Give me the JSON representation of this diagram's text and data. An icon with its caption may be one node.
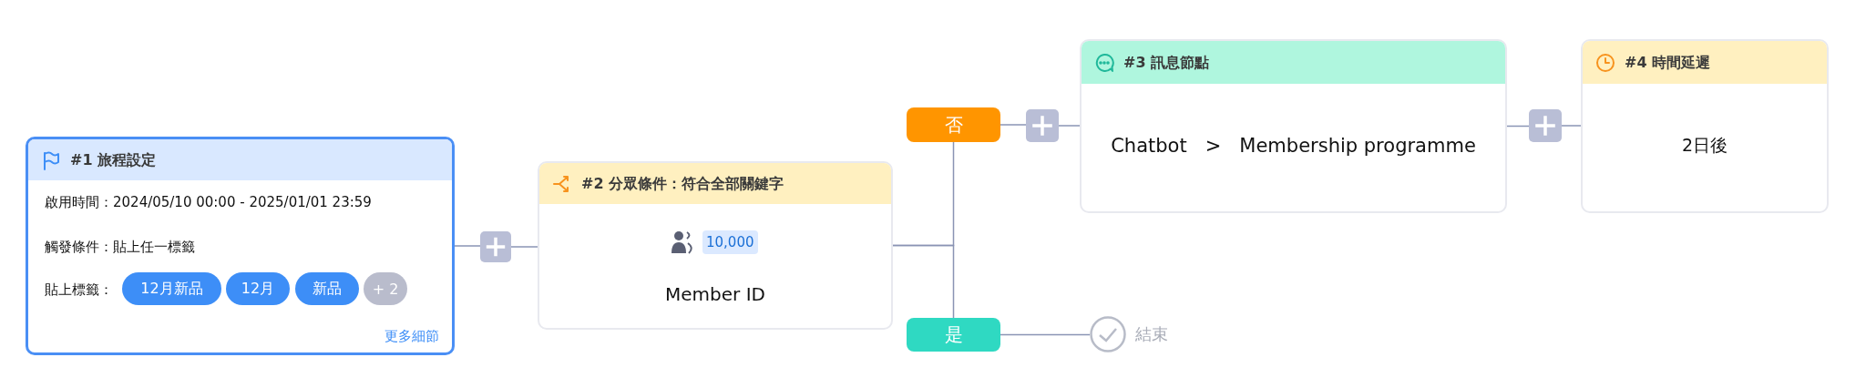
{
  "diagram": {
    "nodes": [
      {
        "text": [
          "#1 旅程設定",
          "啟用時間：2024/05/10 00:00 - 2025/01/01 23:59",
          "觸發條件：貼上任一標籤",
          "貼上標籤：",
          "更多細節"
        ]
      },
      {
        "text": [
          "12月新品"
        ],
        "in": 0
      },
      {
        "text": [
          "12月"
        ],
        "in": 0
      },
      {
        "text": [
          "新品"
        ],
        "in": 0
      },
      {
        "text": [
          "+ 2"
        ],
        "in": 0
      },
      {
        "text": [],
        "shape": "box"
      },
      {
        "text": [
          "#2 分眾條件：符合全部關鍵字",
          "10,000",
          "Member ID"
        ]
      },
      {
        "text": [
          "否"
        ]
      },
      {
        "text": [
          "是"
        ]
      },
      {
        "text": [],
        "shape": "box"
      },
      {
        "text": [
          "#3 訊息節點",
          "Chatbot   >   Membership programme"
        ]
      },
      {
        "text": [],
        "shape": "box"
      },
      {
        "text": [
          "#4 時間延遲",
          "2日後"
        ]
      },
      {
        "text": [],
        "shape": "circle",
        "beside": [
          "結束"
        ]
      }
    ],
    "edges": [
      {
        "from": 0,
        "to": 5,
        "arrow": "none"
      },
      {
        "from": 5,
        "to": 6,
        "arrow": "none"
      },
      {
        "from": 6,
        "to": 7,
        "arrow": "none"
      },
      {
        "from": 6,
        "to": 8,
        "arrow": "none"
      },
      {
        "from": 7,
        "to": 9,
        "arrow": "none"
      },
      {
        "from": 9,
        "to": 10,
        "arrow": "none"
      },
      {
        "from": 10,
        "to": 11,
        "arrow": "none"
      },
      {
        "from": 11,
        "to": 12,
        "arrow": "none"
      },
      {
        "from": 8,
        "to": 13,
        "arrow": "none"
      }
    ]
  }
}
